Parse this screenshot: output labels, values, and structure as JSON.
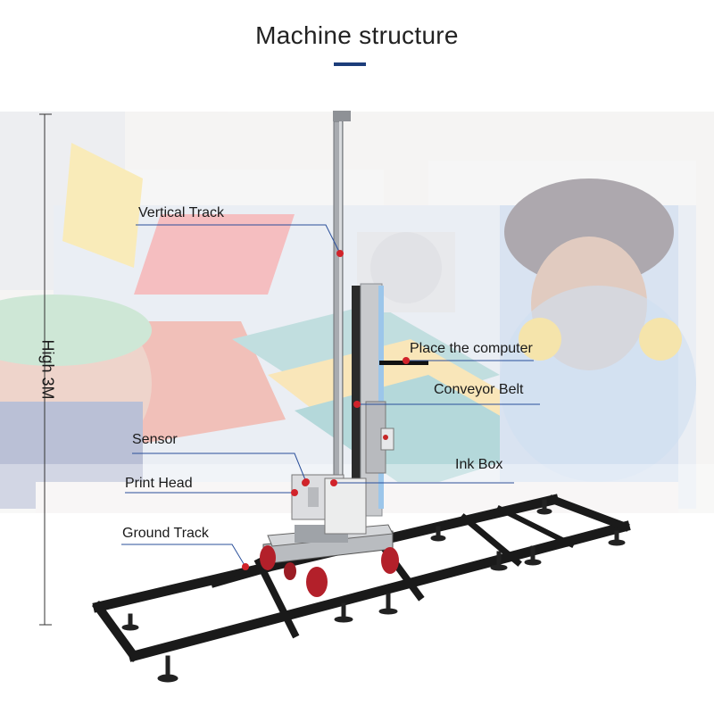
{
  "title": "Machine structure",
  "height_label": "High 3M",
  "labels": {
    "vertical_track": "Vertical Track",
    "place_computer": "Place the computer",
    "conveyor_belt": "Conveyor Belt",
    "sensor": "Sensor",
    "ink_box": "Ink Box",
    "print_head": "Print Head",
    "ground_track": "Ground Track"
  },
  "colors": {
    "accent": "#1c3d7a",
    "marker": "#d1232a",
    "callout_line": "#2a4f9a"
  }
}
